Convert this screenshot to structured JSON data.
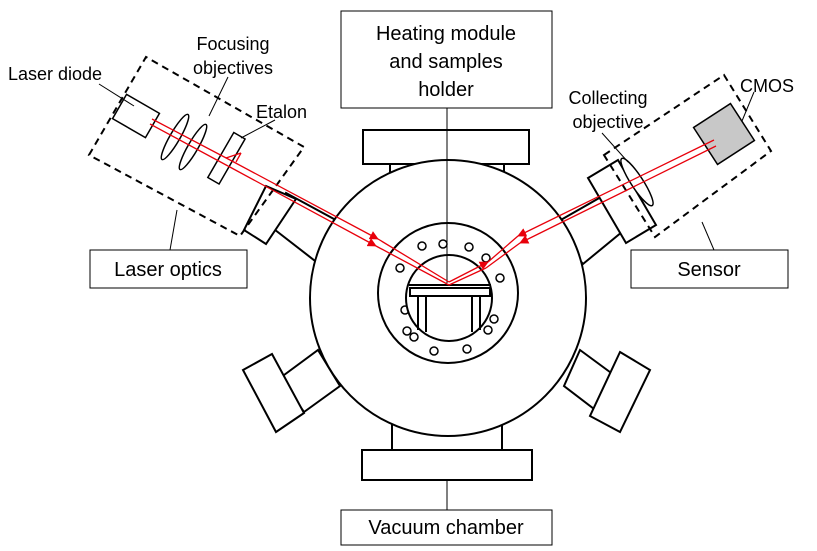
{
  "labels": {
    "heating_line1": "Heating module",
    "heating_line2": "and samples",
    "heating_line3": "holder",
    "laser_diode": "Laser diode",
    "focusing_line1": "Focusing",
    "focusing_line2": "objectives",
    "etalon": "Etalon",
    "collecting_line1": "Collecting",
    "collecting_line2": "objective",
    "cmos": "CMOS",
    "laser_optics": "Laser optics",
    "sensor": "Sensor",
    "vacuum_chamber": "Vacuum chamber"
  },
  "colors": {
    "beam": "#e8000b",
    "cmos_fill": "#c8c8c8",
    "stroke": "#000000"
  }
}
